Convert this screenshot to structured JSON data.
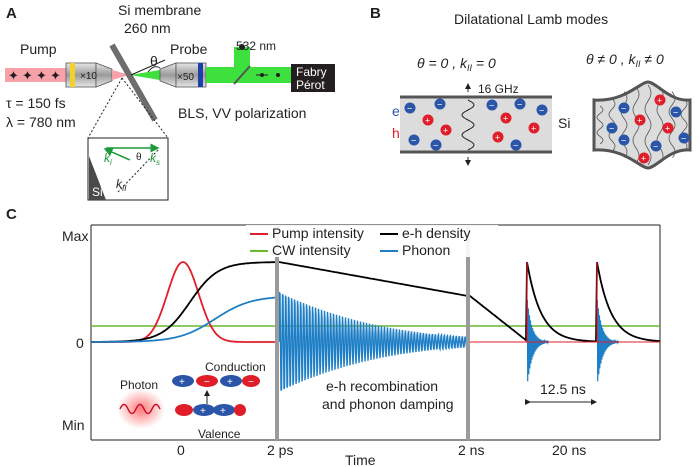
{
  "panel_a": {
    "letter": "A",
    "membrane_title": "Si membrane",
    "membrane_thickness": "260 nm",
    "pump_label": "Pump",
    "probe_label": "Probe",
    "tau": "τ = 150 fs",
    "lambda": "λ = 780 nm",
    "pump_objective": "×10",
    "probe_objective": "×50",
    "green_wavelength": "532 nm",
    "theta": "θ",
    "fabry_line1": "Fabry",
    "fabry_line2": "Pérot",
    "bls": "BLS, VV polarization",
    "inset": {
      "ki": "k",
      "ki_sub": "i",
      "ks": "k",
      "ks_sub": "s",
      "kpar": "k",
      "kpar_sub": "II",
      "theta": "θ",
      "si": "Si"
    },
    "colors": {
      "pump_beam": "#f7a1a8",
      "pump_star": "#e01e2a",
      "probe_beam": "#3ee03e",
      "fabry_box": "#231f20"
    }
  },
  "panel_b": {
    "letter": "B",
    "title": "Dilatational Lamb modes",
    "left_condition": "θ = 0 , k",
    "left_sub": "II",
    "left_eq": " = 0",
    "right_condition": "θ ≠ 0 , k",
    "right_sub": "II",
    "right_eq": " ≠ 0",
    "frequency": "16 GHz",
    "e_label": "e",
    "h_label": "h",
    "si_label": "Si",
    "colors": {
      "electron": "#2a55a8",
      "hole": "#e01e2a",
      "membrane": "#d9d9d9"
    }
  },
  "panel_c": {
    "letter": "C",
    "y_max": "Max",
    "y_zero": "0",
    "y_min": "Min",
    "x_ticks": [
      "0",
      "2 ps",
      "2 ns",
      "20 ns"
    ],
    "x_label": "Time",
    "legend": [
      {
        "name": "Pump intensity",
        "color": "#e01e2a"
      },
      {
        "name": "e-h density",
        "color": "#000000"
      },
      {
        "name": "CW intensity",
        "color": "#6aba2e"
      },
      {
        "name": "Phonon",
        "color": "#1f7fc6"
      }
    ],
    "annotation": [
      "e-h recombination",
      "and phonon damping"
    ],
    "period": "12.5 ns",
    "inset": {
      "conduction": "Conduction",
      "valence": "Valence",
      "photon": "Photon"
    }
  }
}
